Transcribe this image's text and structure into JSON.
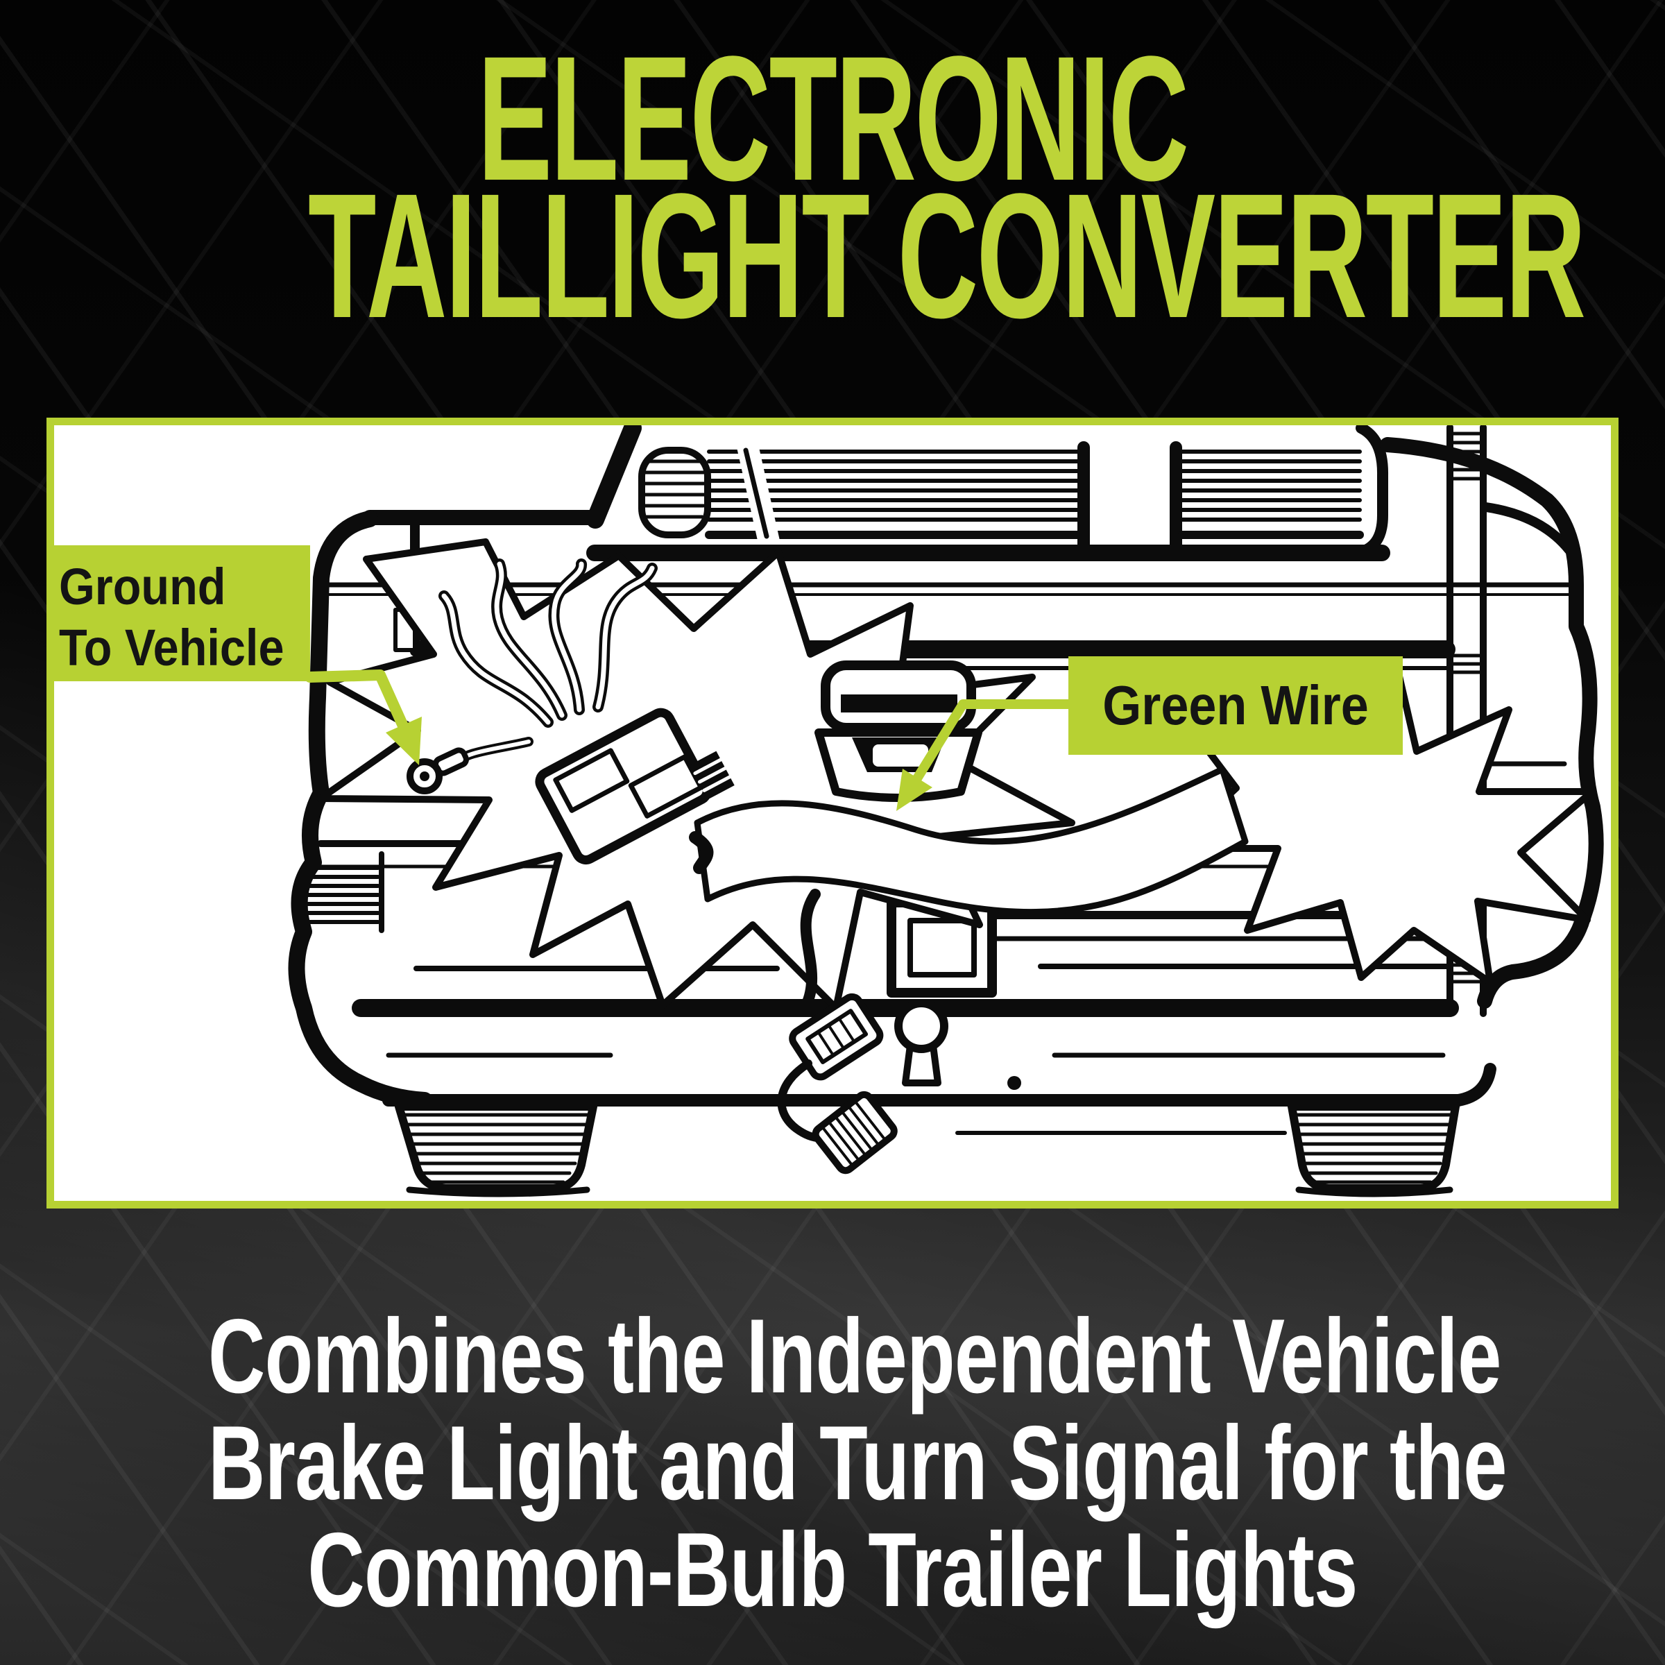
{
  "title": {
    "line1": "ELECTRONIC",
    "line2": "TAILLIGHT CONVERTER"
  },
  "colors": {
    "accent_lime": "#b7d133",
    "title_lime": "#bdd438",
    "background_black": "#060606",
    "panel_white": "#ffffff",
    "line_art_ink": "#0c0c0c",
    "label_text": "#141414",
    "caption_text": "#ffffff"
  },
  "diagram": {
    "type": "line-art-illustration",
    "subject": "Rear view of a pickup truck with a taillight converter wiring harness installed behind the left taillight",
    "labels": [
      {
        "text": "Ground To Vehicle",
        "lines": [
          "Ground",
          "To Vehicle"
        ],
        "target": "ground-ring-terminal"
      },
      {
        "text": "Green Wire",
        "lines": [
          "Green Wire"
        ],
        "target": "green-wire"
      }
    ],
    "parts": [
      "rear-window-louvers",
      "tailgate-handle",
      "left-taillight-burst",
      "right-taillight-burst",
      "taillight-converter-box",
      "wiring-harness",
      "ground-ring-terminal",
      "green-wire",
      "four-pin-flat-connector",
      "bumper",
      "hitch-receiver",
      "hitch-ball",
      "left-wheel",
      "right-wheel"
    ]
  },
  "caption": {
    "lines": [
      "Combines the Independent Vehicle",
      "Brake Light and Turn Signal for the",
      "Common-Bulb Trailer Lights"
    ]
  }
}
